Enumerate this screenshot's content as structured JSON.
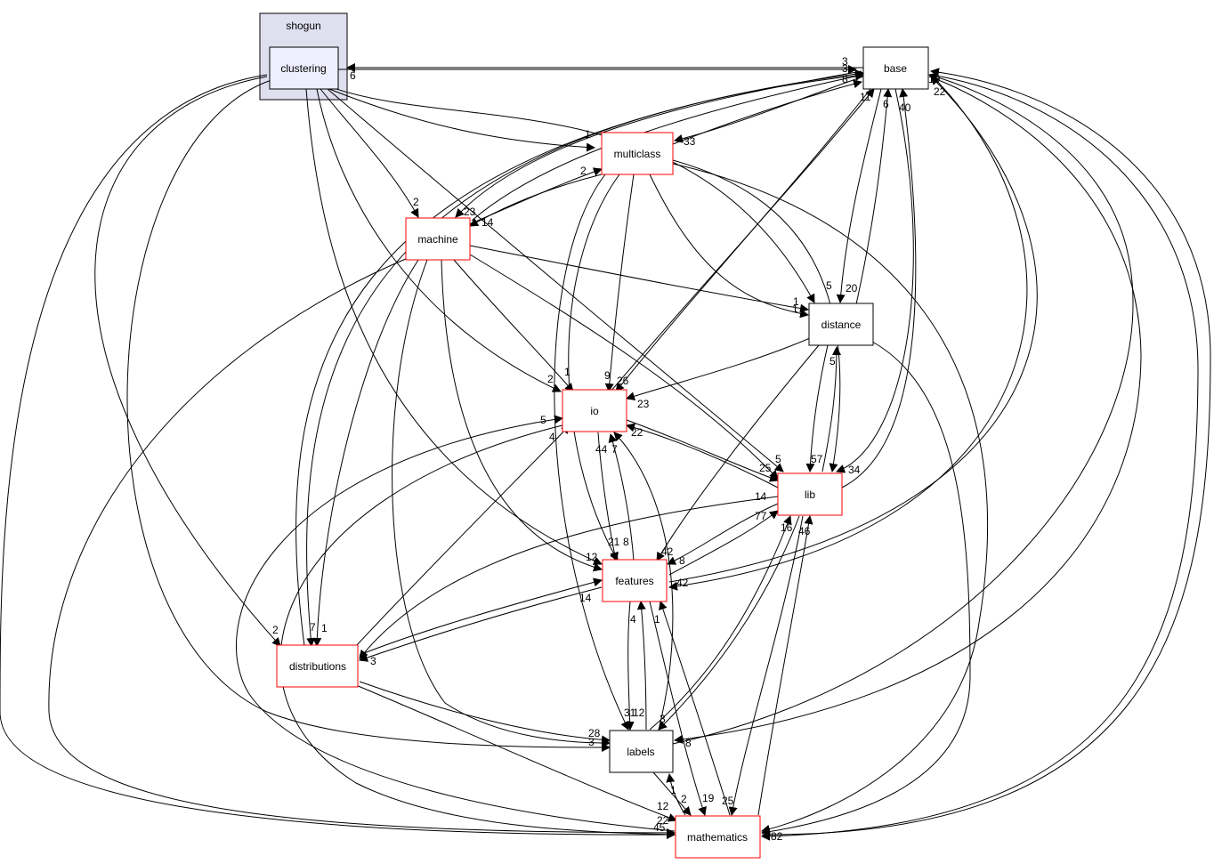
{
  "cluster": {
    "label": "shogun"
  },
  "nodes": {
    "clustering": "clustering",
    "base": "base",
    "multiclass": "multiclass",
    "machine": "machine",
    "distance": "distance",
    "io": "io",
    "lib": "lib",
    "features": "features",
    "distributions": "distributions",
    "labels": "labels",
    "mathematics": "mathematics"
  },
  "edge_labels": [
    "3",
    "6",
    "8",
    "3",
    "11",
    "6",
    "40",
    "10",
    "22",
    "33",
    "1",
    "2",
    "23",
    "14",
    "2",
    "5",
    "1",
    "1",
    "20",
    "9",
    "26",
    "23",
    "2",
    "1",
    "5",
    "4",
    "44",
    "7",
    "22",
    "25",
    "5",
    "57",
    "5",
    "34",
    "14",
    "77",
    "16",
    "46",
    "12",
    "21",
    "8",
    "42",
    "8",
    "42",
    "14",
    "2",
    "7",
    "1",
    "3",
    "4",
    "1",
    "31",
    "12",
    "3",
    "28",
    "3",
    "8",
    "12",
    "2",
    "1",
    "19",
    "25",
    "22",
    "45",
    "82"
  ],
  "colors": {
    "cluster_fill": "#dfdfef",
    "cluster_stroke": "#000000",
    "current_fill": "#eeeeff",
    "dir_stroke_red": "#ff0000",
    "dir_stroke_black": "#000000",
    "edge": "#000000"
  }
}
